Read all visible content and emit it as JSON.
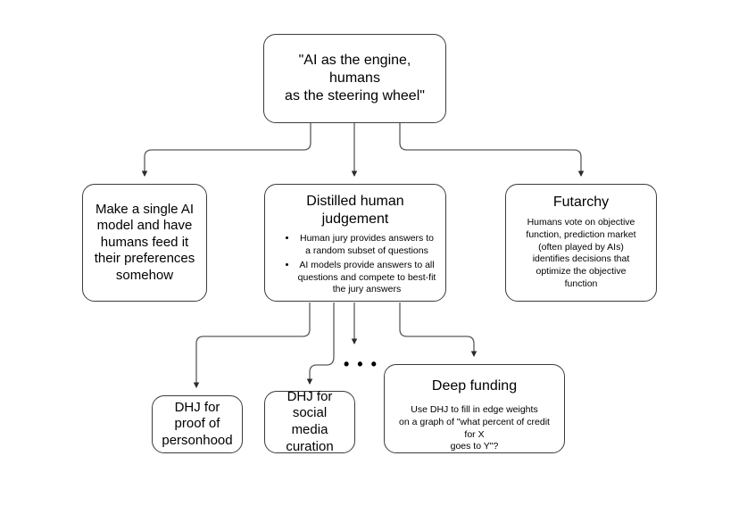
{
  "diagram": {
    "title": "AI governance approaches tree",
    "background_color": "#ffffff",
    "stroke_color": "#3b3b3b",
    "text_color": "#000000",
    "ellipsis": "• • •",
    "nodes": {
      "root": {
        "title": "\"AI as the engine, humans\nas the steering wheel\""
      },
      "single_model": {
        "title": "Make a single AI\nmodel and have\nhumans feed it\ntheir preferences\nsomehow"
      },
      "dhj": {
        "heading": "Distilled human judgement",
        "bullets": [
          "Human jury provides answers to a random subset of questions",
          "AI models provide answers to all questions and compete to best-fit the jury answers"
        ]
      },
      "futarchy": {
        "heading": "Futarchy",
        "body": "Humans vote on objective\nfunction, prediction market\n(often played by AIs)\nidentifies decisions that\noptimize the objective\nfunction"
      },
      "dhj_personhood": {
        "title": "DHJ for\nproof of\npersonhood"
      },
      "dhj_social": {
        "title": "DHJ for\nsocial media\ncuration"
      },
      "deep_funding": {
        "heading": "Deep funding",
        "body": "Use DHJ to fill in edge weights\non a graph of \"what percent of credit for X\ngoes to Y\"?"
      }
    }
  }
}
